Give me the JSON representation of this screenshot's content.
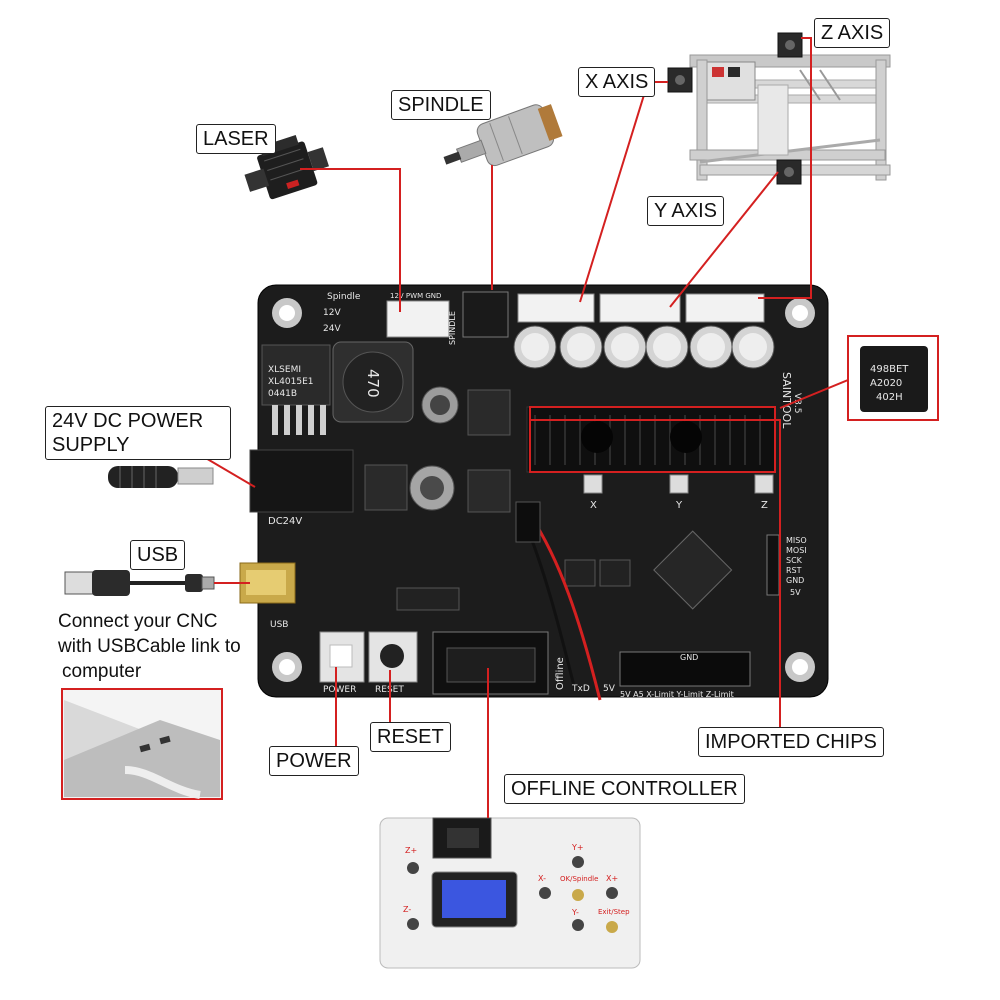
{
  "labels": {
    "laser": "LASER",
    "spindle": "SPINDLE",
    "x_axis": "X AXIS",
    "y_axis": "Y AXIS",
    "z_axis": "Z AXIS",
    "power_supply_line1": "24V DC POWER",
    "power_supply_line2": "SUPPLY",
    "usb": "USB",
    "usb_note_line1": "Connect your CNC",
    "usb_note_line2": "with USBCable link to",
    "usb_note_line3": "computer",
    "power": "POWER",
    "reset": "RESET",
    "offline_controller": "OFFLINE CONTROLLER",
    "imported_chips": "IMPORTED CHIPS"
  },
  "board_silkscreen": {
    "spindle": "Spindle",
    "v12": "12V",
    "v24": "24V",
    "pwm_header": "12V PWM GND",
    "spindle_vertical": "SPINDLE",
    "dc24v": "DC24V",
    "usb": "USB",
    "power": "POWER",
    "reset": "RESET",
    "offline": "Offline",
    "x": "X",
    "y": "Y",
    "z": "Z",
    "brand": "SAINTOOL",
    "version": "V3.5",
    "gnd": "GND",
    "limit_row": "5V A5 X-Limit Y-Limit Z-Limit",
    "txd": "TxD",
    "v5": "5V",
    "isp_pins": [
      "MISO",
      "MOSI",
      "SCK",
      "RST",
      "GND"
    ],
    "isp_5v": "5V",
    "inductor": "470",
    "regulator_line1": "XLSEMI",
    "regulator_line2": "XL4015E1",
    "regulator_line3": "0441B"
  },
  "chip_marking": {
    "line1": "498BET",
    "line2": "A2020",
    "line3": "402H"
  },
  "controller_buttons": {
    "z_plus": "Z+",
    "z_minus": "Z-",
    "y_plus": "Y+",
    "y_minus": "Y-",
    "x_plus": "X+",
    "x_minus": "X-",
    "ok_spindle": "OK/Spindle",
    "exit_step": "Exit/Step"
  },
  "colors": {
    "pointer_line": "#d42020",
    "board": "#1c1c1c",
    "label_border": "#222222"
  }
}
